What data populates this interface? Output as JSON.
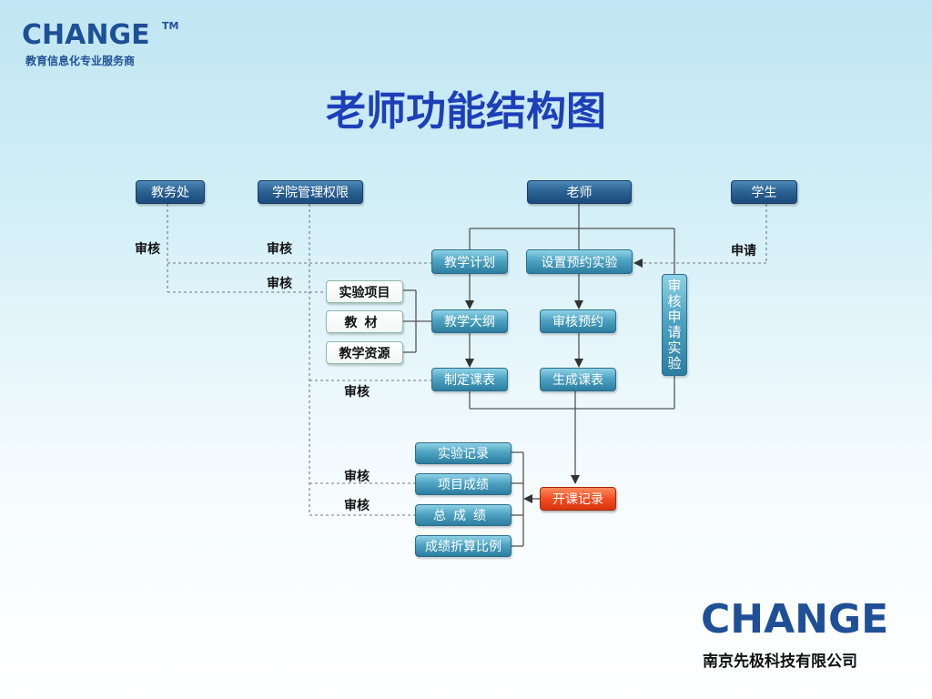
{
  "header": {
    "logo": "CHANGE",
    "logo_tm": "TM",
    "tagline": "教育信息化专业服务商",
    "title": "老师功能结构图"
  },
  "nodes": {
    "jiaowuchu": "教务处",
    "xueyuan": "学院管理权限",
    "laoshi": "老师",
    "xuesheng": "学生",
    "jiaoxue_jihua": "教学计划",
    "shezhi_yuyue": "设置预约实验",
    "shenhe_shenqing": "审核申请实验",
    "shiyan_xiangmu": "实验项目",
    "jiaocai": "教材",
    "jiaoxue_ziyuan": "教学资源",
    "jiaoxue_dagang": "教学大纲",
    "shenhe_yuyue": "审核预约",
    "zhiding_kebiao": "制定课表",
    "shengcheng_kebiao": "生成课表",
    "shiyan_jilu": "实验记录",
    "xiangmu_chengji": "项目成绩",
    "zong_chengji": "总成绩",
    "chengji_zhesuan": "成绩折算比例",
    "kaike_jilu": "开课记录"
  },
  "labels": {
    "shenhe_1": "审核",
    "shenhe_2": "审核",
    "shenhe_3": "审核",
    "shenqing": "申请",
    "shenhe_4": "审核",
    "shenhe_5": "审核",
    "shenhe_6": "审核"
  },
  "footer": {
    "logo": "CHANGE",
    "company": "南京先极科技有限公司"
  }
}
